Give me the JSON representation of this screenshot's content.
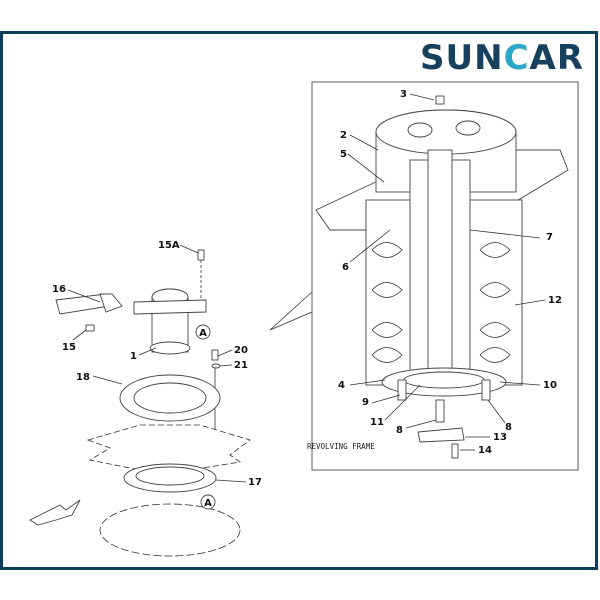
{
  "brand": {
    "logo_text_a": "SUN",
    "logo_text_c": "C",
    "logo_text_b": "AR",
    "frame_color": "#0e3f5a",
    "accent": "#2aa7c9"
  },
  "diagram": {
    "annotation": "REVOLVING FRAME",
    "detail_marker": "A",
    "labels": {
      "p1": "1",
      "p2": "2",
      "p3": "3",
      "p4": "4",
      "p5": "5",
      "p6": "6",
      "p7": "7",
      "p8a": "8",
      "p8b": "8",
      "p9": "9",
      "p10": "10",
      "p11": "11",
      "p12": "12",
      "p13": "13",
      "p14": "14",
      "p15": "15",
      "p15a": "15A",
      "p16": "16",
      "p17": "17",
      "p18": "18",
      "p20": "20",
      "p21": "21"
    }
  }
}
